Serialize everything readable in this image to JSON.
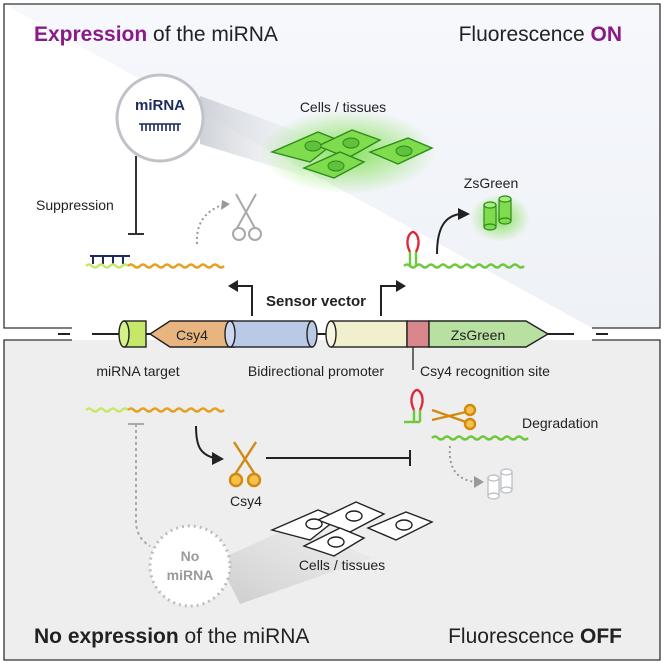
{
  "top_panel": {
    "title_highlight": "Expression",
    "title_rest": " of the miRNA",
    "status_prefix": "Fluorescence ",
    "status_state": "ON",
    "mirna_label": "miRNA",
    "cells_label": "Cells / tissues",
    "suppression_label": "Suppression",
    "zsgreen_label": "ZsGreen"
  },
  "vector": {
    "title": "Sensor vector",
    "csy4_gene": "Csy4",
    "zsgreen_gene": "ZsGreen",
    "mirna_target": "miRNA target",
    "promoter": "Bidirectional promoter",
    "recognition_site": "Csy4 recognition site"
  },
  "bottom_panel": {
    "title_highlight": "No expression",
    "title_rest": " of the miRNA",
    "status_prefix": "Fluorescence ",
    "status_state": "OFF",
    "degradation_label": "Degradation",
    "csy4_label": "Csy4",
    "no_mirna_line1": "No",
    "no_mirna_line2": "miRNA",
    "cells_label": "Cells / tissues"
  },
  "colors": {
    "highlight_purple": "#8b1a89",
    "panel_border": "#333333",
    "bottom_bg": "#eeeeee",
    "top_bg": "#f4f6fa",
    "green": "#6ec83c",
    "orange": "#e6a020",
    "csy4_orange": "#e8b480",
    "promoter_blue": "#b9c9e6",
    "promoter_yellow": "#f2efcf",
    "recognition_red": "#d9868c",
    "zsgreen_fill": "#b8e0a0",
    "target_lime": "#c6e86a"
  }
}
